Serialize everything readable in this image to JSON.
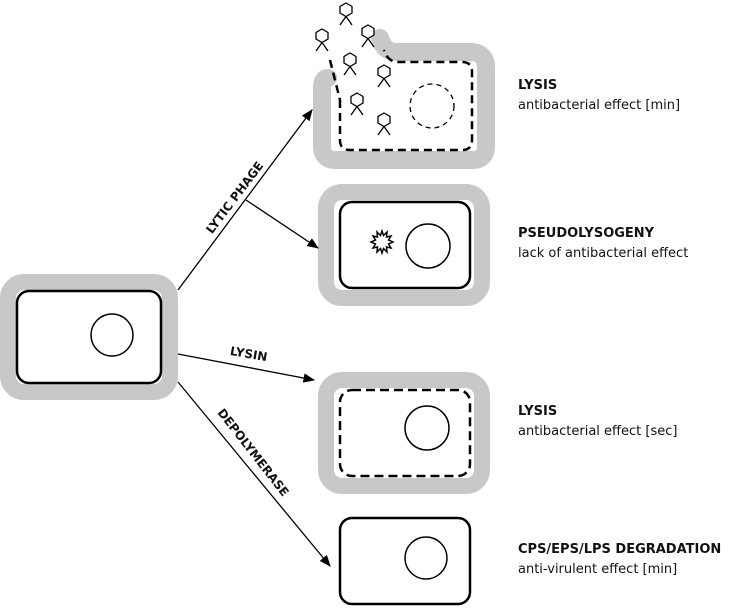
{
  "pathways": {
    "lytic_phage": "LYTIC PHAGE",
    "lysin": "LYSIN",
    "depolymerase": "DEPOLYMERASE"
  },
  "outcomes": [
    {
      "title": "LYSIS",
      "subtitle": "antibacterial effect [min]"
    },
    {
      "title": "PSEUDOLYSOGENY",
      "subtitle": "lack of antibacterial effect"
    },
    {
      "title": "LYSIS",
      "subtitle": "antibacterial effect [sec]"
    },
    {
      "title": "CPS/EPS/LPS DEGRADATION",
      "subtitle": "anti-virulent effect [min]"
    }
  ],
  "colors": {
    "halo": "#c8c8c8",
    "stroke": "#000000",
    "background": "#ffffff"
  }
}
